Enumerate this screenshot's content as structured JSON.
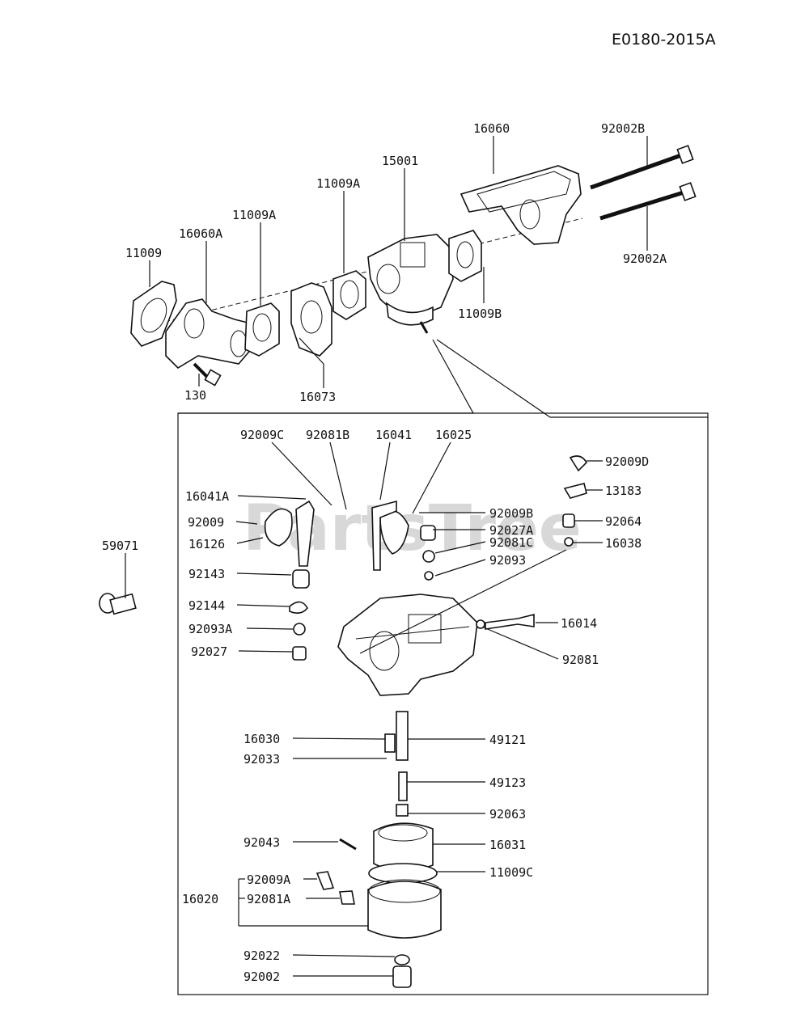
{
  "diagram_code": "E0180-2015A",
  "watermark": "PartsTree",
  "callouts": {
    "p11009": "11009",
    "p16060A": "16060A",
    "p11009A_1": "11009A",
    "p11009A_2": "11009A",
    "p15001": "15001",
    "p16060": "16060",
    "p92002B": "92002B",
    "p92002A": "92002A",
    "p11009B": "11009B",
    "p130": "130",
    "p16073": "16073",
    "p59071": "59071",
    "p92009C": "92009C",
    "p92081B": "92081B",
    "p16041": "16041",
    "p16025": "16025",
    "p16041A": "16041A",
    "p92009": "92009",
    "p16126": "16126",
    "p92143": "92143",
    "p92144": "92144",
    "p92093A": "92093A",
    "p92027": "92027",
    "p92009B": "92009B",
    "p92027A": "92027A",
    "p92081C": "92081C",
    "p92093": "92093",
    "p92009D": "92009D",
    "p13183": "13183",
    "p92064": "92064",
    "p16038": "16038",
    "p16014": "16014",
    "p92081": "92081",
    "p16030": "16030",
    "p92033": "92033",
    "p49121": "49121",
    "p49123": "49123",
    "p92063": "92063",
    "p92043": "92043",
    "p16031": "16031",
    "p11009C": "11009C",
    "p16020": "16020",
    "p92009A": "92009A",
    "p92081A": "92081A",
    "p92022": "92022",
    "p92002": "92002"
  }
}
